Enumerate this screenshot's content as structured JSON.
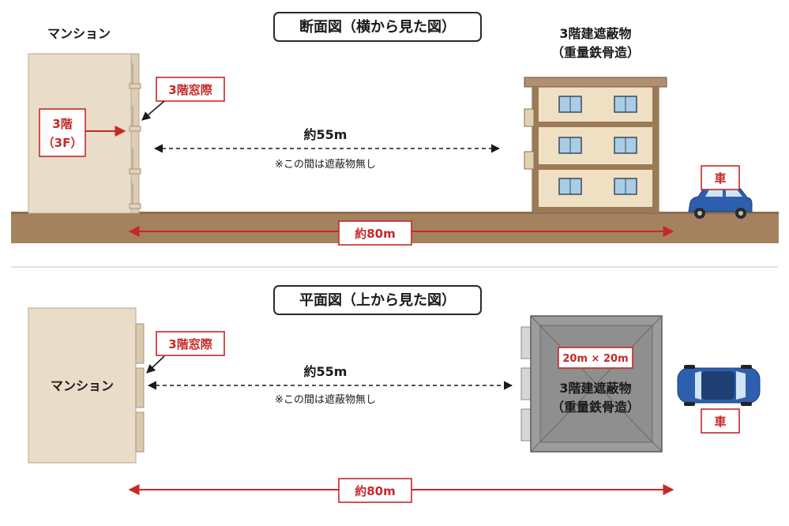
{
  "colors": {
    "accent_red": "#c62828",
    "ground": "#a4825f",
    "building_left": "#e9dcc8",
    "building_right": "#efe0c3",
    "building_frame": "#9b7a57",
    "window": "#a9cde6",
    "roof_top": "#9c9c9c",
    "car": "#2d5fae"
  },
  "section": {
    "title": "断面図（横から見た図）",
    "mansion_label": "マンション",
    "window_label": "3階窓際",
    "floor_line1": "3階",
    "floor_line2": "（3F）",
    "distance_label": "約55m",
    "note": "※この間は遮蔽物無し",
    "obstacle_line1": "3階建遮蔽物",
    "obstacle_line2": "（重量鉄骨造）",
    "car_label": "車",
    "total_label": "約80m"
  },
  "plan": {
    "title": "平面図（上から見た図）",
    "mansion_label": "マンション",
    "window_label": "3階窓際",
    "distance_label": "約55m",
    "note": "※この間は遮蔽物無し",
    "size_label": "20m × 20m",
    "obstacle_line1": "3階建遮蔽物",
    "obstacle_line2": "（重量鉄骨造）",
    "car_label": "車",
    "total_label": "約80m"
  }
}
